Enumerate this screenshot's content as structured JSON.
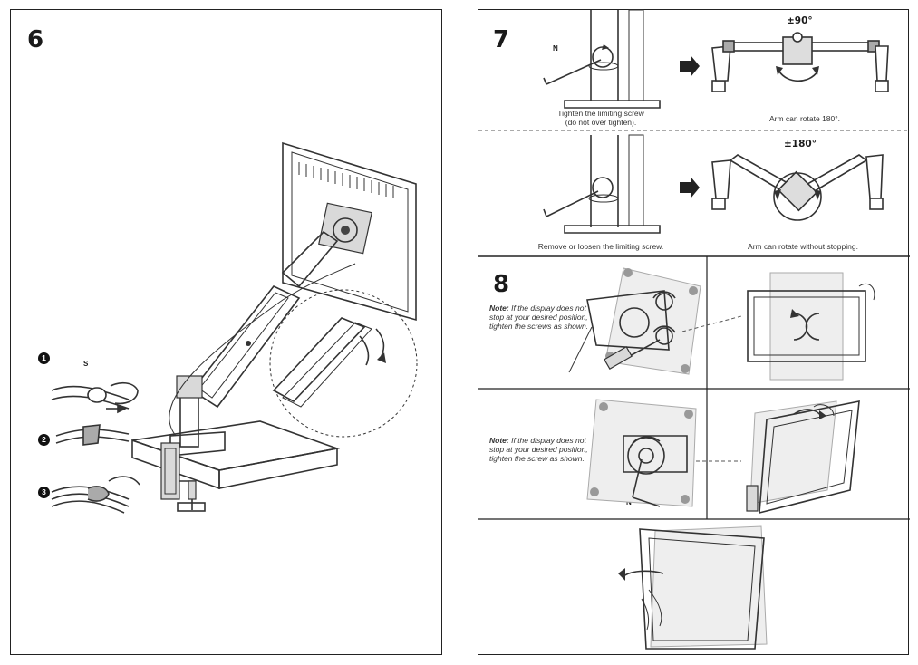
{
  "left_panel": {
    "step_number": "6",
    "substeps": [
      "1",
      "2",
      "3"
    ],
    "strap_label": "S"
  },
  "right_panel": {
    "step7": {
      "step_number": "7",
      "row1": {
        "left_caption": "Tighten the limiting screw\n(do not over tighten).",
        "right_caption": "Arm can rotate 180°.",
        "angle": "±90°",
        "tool_label": "N"
      },
      "row2": {
        "left_caption": "Remove or loosen the limiting screw.",
        "right_caption": "Arm can rotate without stopping.",
        "angle": "±180°"
      }
    },
    "step8": {
      "step_number": "8",
      "note1": {
        "label": "Note:",
        "text": "If the display does not stop at your desired position, tighten the screws as shown."
      },
      "note2": {
        "label": "Note:",
        "text": "If the display does not stop at your desired position, tighten the screw as shown."
      },
      "tool_label": "N"
    }
  }
}
